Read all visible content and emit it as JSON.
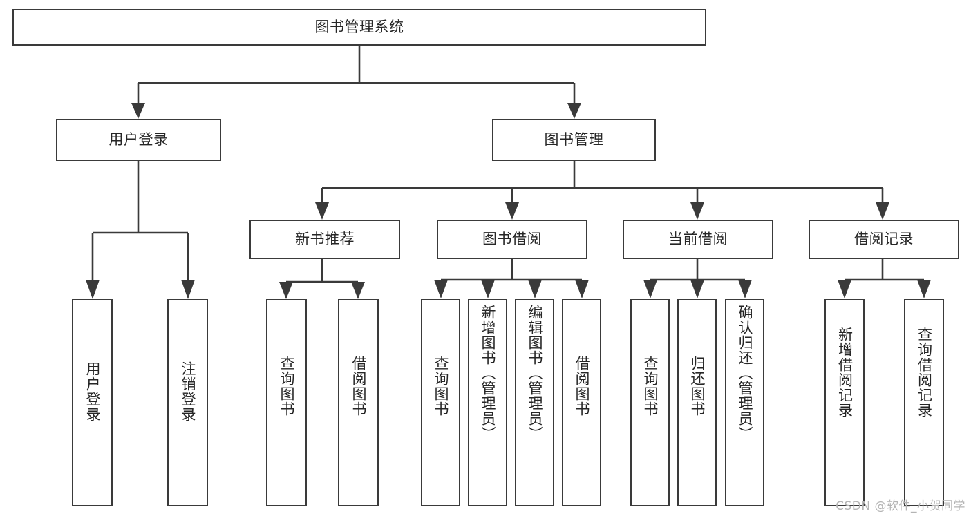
{
  "diagram": {
    "title": "图书管理系统",
    "type": "tree-hierarchy-chart",
    "watermark": "CSDN @软件_小贺同学",
    "colors": {
      "box_border": "#3a3a3a",
      "box_fill": "#ffffff",
      "text": "#262626",
      "connector": "#3a3a3a",
      "watermark": "#b4b4b4"
    },
    "root": {
      "label": "图书管理系统"
    },
    "level2": [
      {
        "id": "user-login",
        "label": "用户登录"
      },
      {
        "id": "book-management",
        "label": "图书管理"
      }
    ],
    "level3": [
      {
        "id": "new-book-recommend",
        "label": "新书推荐",
        "parent": "book-management"
      },
      {
        "id": "book-borrow",
        "label": "图书借阅",
        "parent": "book-management"
      },
      {
        "id": "current-borrow",
        "label": "当前借阅",
        "parent": "book-management"
      },
      {
        "id": "borrow-record",
        "label": "借阅记录",
        "parent": "book-management"
      }
    ],
    "leaves": [
      {
        "id": "leaf-user-login",
        "label": "用户登录",
        "parent": "user-login"
      },
      {
        "id": "leaf-logout-login",
        "label": "注销登录",
        "parent": "user-login"
      },
      {
        "id": "leaf-query-book-1",
        "label": "查询图书",
        "parent": "new-book-recommend"
      },
      {
        "id": "leaf-borrow-book-1",
        "label": "借阅图书",
        "parent": "new-book-recommend"
      },
      {
        "id": "leaf-query-book-2",
        "label": "查询图书",
        "parent": "book-borrow"
      },
      {
        "id": "leaf-add-book",
        "label": "新增图书（管理员）",
        "parent": "book-borrow"
      },
      {
        "id": "leaf-edit-book",
        "label": "编辑图书（管理员）",
        "parent": "book-borrow"
      },
      {
        "id": "leaf-borrow-book-2",
        "label": "借阅图书",
        "parent": "book-borrow"
      },
      {
        "id": "leaf-query-book-3",
        "label": "查询图书",
        "parent": "current-borrow"
      },
      {
        "id": "leaf-return-book",
        "label": "归还图书",
        "parent": "current-borrow"
      },
      {
        "id": "leaf-confirm-return",
        "label": "确认归还（管理员）",
        "parent": "current-borrow"
      },
      {
        "id": "leaf-add-record",
        "label": "新增借阅记录",
        "parent": "borrow-record"
      },
      {
        "id": "leaf-query-record",
        "label": "查询借阅记录",
        "parent": "borrow-record"
      }
    ]
  }
}
